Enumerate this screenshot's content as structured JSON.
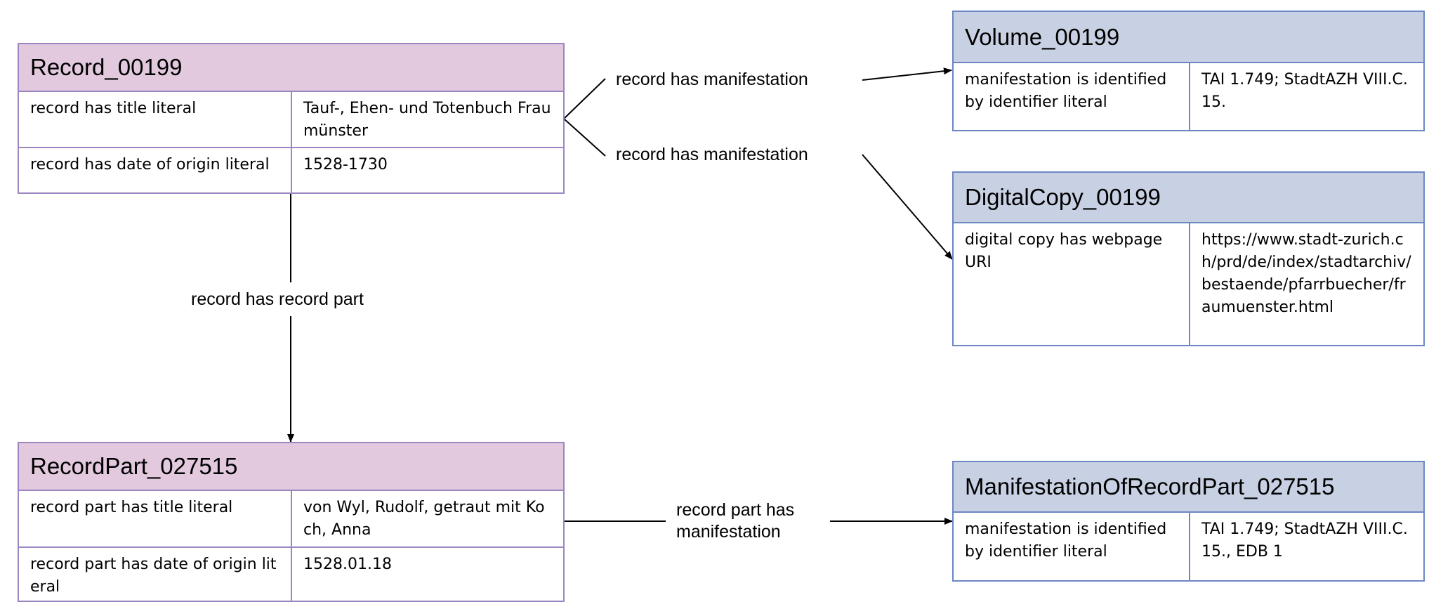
{
  "record": {
    "title": "Record_00199",
    "rows": [
      {
        "prop": "record has title literal",
        "value": "Tauf-, Ehen- und Totenbuch Fraumünster"
      },
      {
        "prop": "record has date of origin literal",
        "value": "1528-1730"
      }
    ]
  },
  "record_part": {
    "title": "RecordPart_027515",
    "rows": [
      {
        "prop": "record part has title literal",
        "value": "von Wyl, Rudolf, getraut mit Koch, Anna"
      },
      {
        "prop": "record part has date of origin literal",
        "value": "1528.01.18"
      }
    ]
  },
  "volume": {
    "title": "Volume_00199",
    "rows": [
      {
        "prop": "manifestation is identified by identifier literal",
        "value": "TAI 1.749; StadtAZH VIII.C. 15."
      }
    ]
  },
  "digital_copy": {
    "title": "DigitalCopy_00199",
    "rows": [
      {
        "prop": "digital copy has webpage URI",
        "value": "https://www.stadt-zurich.ch/prd/de/index/stadtarchiv/bestaende/pfarrbuecher/fraumuenster.html"
      }
    ]
  },
  "manifestation_part": {
    "title": "ManifestationOfRecordPart_027515",
    "rows": [
      {
        "prop": "manifestation is identified by identifier literal",
        "value": "TAI 1.749; StadtAZH VIII.C. 15., EDB 1"
      }
    ]
  },
  "edges": {
    "record_to_volume": "record has manifestation",
    "record_to_digital_copy": "record has manifestation",
    "record_to_record_part": "record has record part",
    "record_part_to_manifestation": "record part has manifestation"
  },
  "colors": {
    "record_header": "#e2c9de",
    "record_border": "#9b86c2",
    "manifestation_header": "#c8d1e3",
    "manifestation_border": "#6c87c4"
  }
}
